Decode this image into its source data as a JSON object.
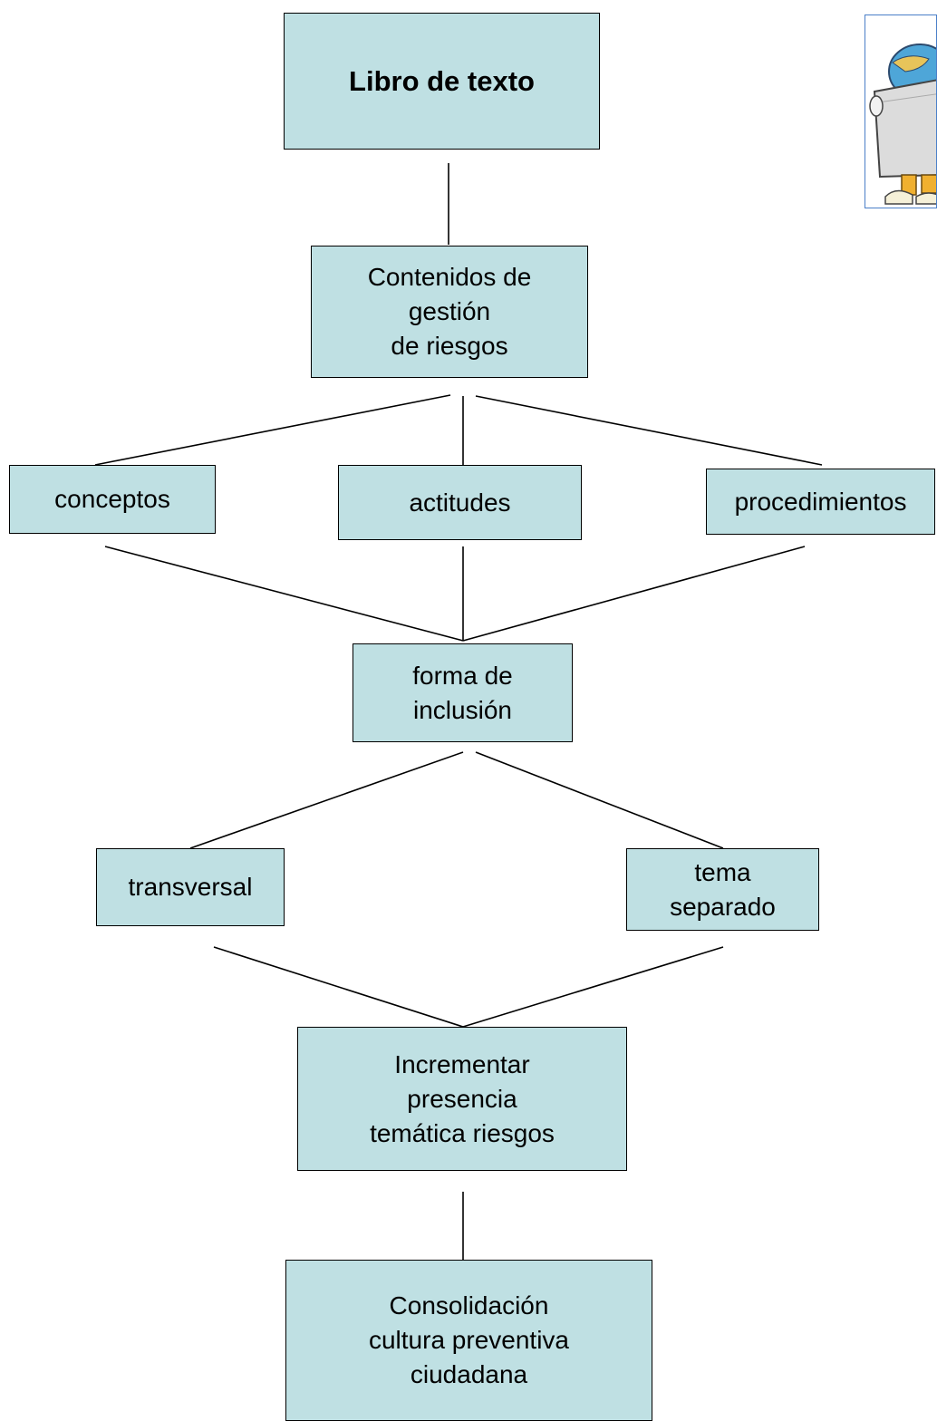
{
  "diagram": {
    "colors": {
      "box_fill": "#bfe0e3",
      "box_border": "#000000",
      "line": "#000000",
      "clipart_border": "#4a7fc8"
    },
    "nodes": {
      "libro": "Libro de texto",
      "contenidos": "Contenidos de\ngestión\nde riesgos",
      "conceptos": "conceptos",
      "actitudes": "actitudes",
      "procedimientos": "procedimientos",
      "forma": "forma de\ninclusión",
      "transversal": "transversal",
      "tema": "tema\nseparado",
      "incrementar": "Incrementar\npresencia\ntemática riesgos",
      "consolidacion": "Consolidación\ncultura preventiva\nciudadana"
    },
    "clipart": {
      "icon": "cartoon-character-holding-sign-icon"
    }
  }
}
